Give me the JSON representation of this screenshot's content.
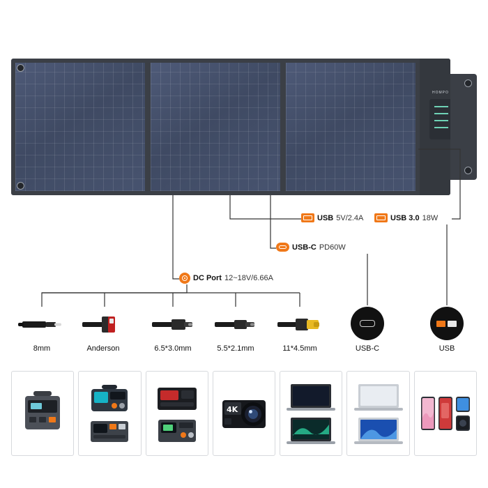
{
  "product": {
    "brand": "HOMPO",
    "panel_segments": 3
  },
  "ports": [
    {
      "id": "usb-a",
      "icon": "usb-port-icon",
      "name": "USB",
      "spec": "5V/2.4A"
    },
    {
      "id": "usb3",
      "icon": "usb3-port-icon",
      "name": "USB 3.0",
      "spec": "18W"
    },
    {
      "id": "usb-c",
      "icon": "usbc-port-icon",
      "name": "USB-C",
      "spec": "PD60W"
    },
    {
      "id": "dc",
      "icon": "dc-port-icon",
      "name": "DC Port",
      "spec": "12~18V/6.66A"
    }
  ],
  "connectors": [
    {
      "id": "8mm",
      "label": "8mm",
      "type": "barrel-black"
    },
    {
      "id": "anderson",
      "label": "Anderson",
      "type": "anderson-red"
    },
    {
      "id": "6530",
      "label": "6.5*3.0mm",
      "type": "barrel-black"
    },
    {
      "id": "5521",
      "label": "5.5*2.1mm",
      "type": "barrel-black"
    },
    {
      "id": "1145",
      "label": "11*4.5mm",
      "type": "barrel-yellow"
    },
    {
      "id": "usbc-port",
      "label": "USB-C",
      "type": "round-usbc"
    },
    {
      "id": "usb-port",
      "label": "USB",
      "type": "round-usb"
    }
  ],
  "device_cards": [
    {
      "id": "card-1",
      "items": [
        "power-station-gray"
      ]
    },
    {
      "id": "card-2",
      "items": [
        "power-station-teal",
        "power-station-small"
      ]
    },
    {
      "id": "card-3",
      "items": [
        "power-station-red",
        "power-station-green"
      ]
    },
    {
      "id": "card-4",
      "items": [
        "action-camera-4k"
      ]
    },
    {
      "id": "card-5",
      "items": [
        "laptop-dark",
        "laptop-aurora"
      ]
    },
    {
      "id": "card-6",
      "items": [
        "laptop-silver",
        "laptop-blue"
      ]
    },
    {
      "id": "card-7",
      "items": [
        "phone-pink",
        "phone-red",
        "phone-blue",
        "phone-dark"
      ]
    }
  ],
  "colors": {
    "accent": "#f07818",
    "panel_dark": "#3b3f46",
    "panel_cell": "#47536f",
    "line": "#333333",
    "text": "#111111"
  }
}
